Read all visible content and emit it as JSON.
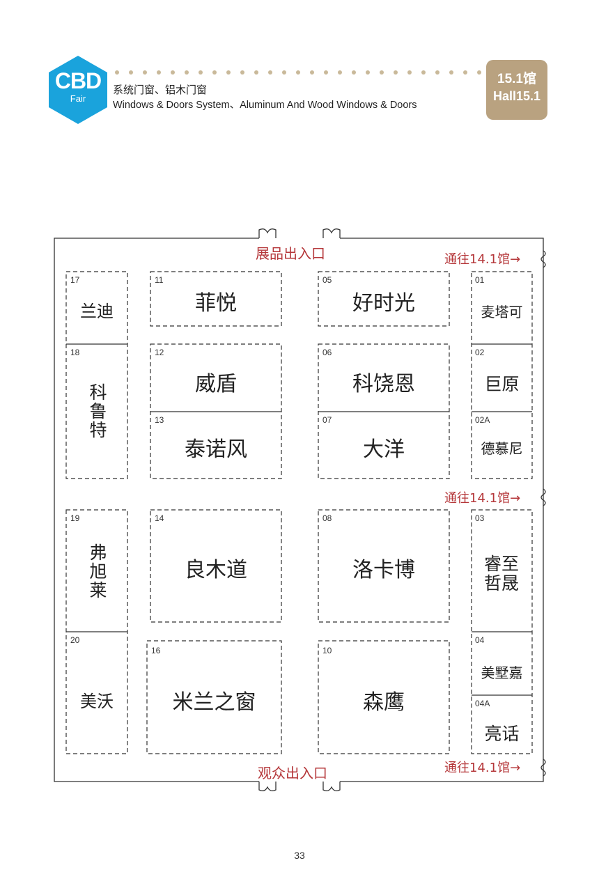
{
  "header": {
    "logo_main": "CBD",
    "logo_sub": "Fair",
    "category_cn": "系统门窗、铝木门窗",
    "category_en": "Windows & Doors System、Aluminum And Wood Windows & Doors",
    "hall_cn": "15.1馆",
    "hall_en": "Hall15.1",
    "accent_color": "#1aa3dc",
    "badge_color": "#b9a280",
    "dot_color": "#c9b99a"
  },
  "map": {
    "exhibit_entrance": "展品出入口",
    "visitor_entrance": "观众出入口",
    "passage_label": "通往14.1馆→",
    "label_color": "#b5373a",
    "booths": [
      {
        "no": "17",
        "name": "兰迪"
      },
      {
        "no": "18",
        "name": "科鲁特"
      },
      {
        "no": "19",
        "name": "弗旭莱"
      },
      {
        "no": "20",
        "name": "美沃"
      },
      {
        "no": "11",
        "name": "菲悦"
      },
      {
        "no": "12",
        "name": "威盾"
      },
      {
        "no": "13",
        "name": "泰诺风"
      },
      {
        "no": "14",
        "name": "良木道"
      },
      {
        "no": "16",
        "name": "米兰之窗"
      },
      {
        "no": "05",
        "name": "好时光"
      },
      {
        "no": "06",
        "name": "科饶恩"
      },
      {
        "no": "07",
        "name": "大洋"
      },
      {
        "no": "08",
        "name": "洛卡博"
      },
      {
        "no": "10",
        "name": "森鹰"
      },
      {
        "no": "01",
        "name": "麦塔可"
      },
      {
        "no": "02",
        "name": "巨原"
      },
      {
        "no": "02A",
        "name": "德慕尼"
      },
      {
        "no": "03",
        "name": "睿至哲晟"
      },
      {
        "no": "04",
        "name": "美墅嘉"
      },
      {
        "no": "04A",
        "name": "亮话"
      }
    ]
  },
  "footer": {
    "page_number": "33"
  }
}
